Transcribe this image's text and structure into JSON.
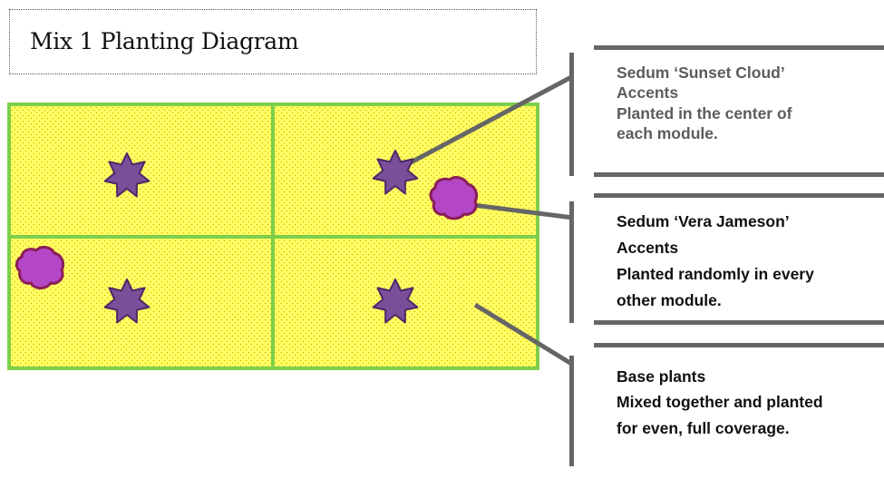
{
  "title": "Mix 1 Planting Diagram",
  "callouts": [
    {
      "lines": [
        "Sedum ‘Sunset Cloud’",
        "Accents",
        "Planted in the center of",
        "each module."
      ]
    },
    {
      "lines": [
        "Sedum ‘Vera Jameson’",
        "Accents",
        "Planted randomly in every",
        "other module."
      ]
    },
    {
      "lines": [
        "Base plants",
        "Mixed together and planted",
        "for even, full coverage."
      ]
    }
  ],
  "colors": {
    "module_fill": "#ffff66",
    "module_border": "#7dcf4a",
    "star_fill": "#7b4e9a",
    "star_stroke": "#4a2a66",
    "blob_fill": "#b347c6",
    "blob_stroke": "#8a1e57",
    "leader": "#666666"
  },
  "icons": {
    "accent_center": "star-icon",
    "accent_random": "blob-icon"
  }
}
